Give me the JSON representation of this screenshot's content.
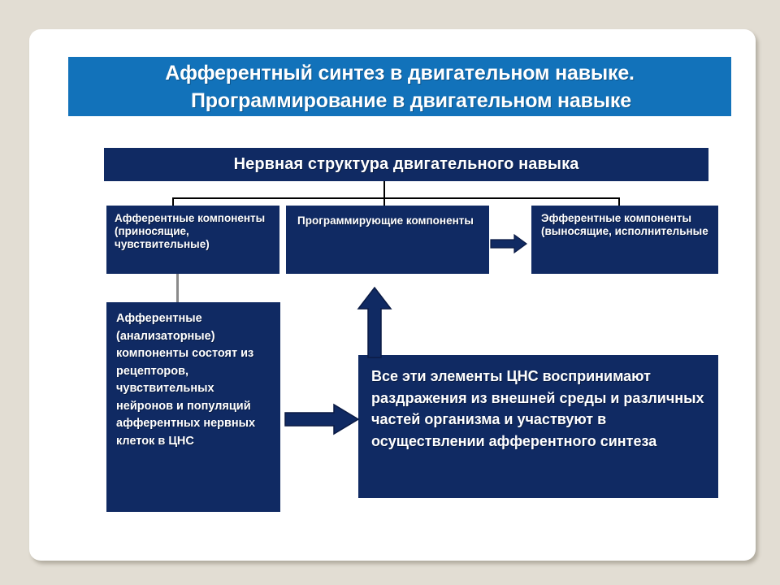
{
  "slide": {
    "background_color": "#e2ddd3",
    "card_color": "#ffffff"
  },
  "header": {
    "accent_color": "#1272ba",
    "line1": "Афферентный синтез в двигательном навыке.",
    "line2": "Программирование в двигательном навыке"
  },
  "diagram": {
    "box_color": "#102a63",
    "connector_color": "#000000",
    "gray_connector_color": "#8a8a8a",
    "title_box": {
      "label": "Нервная структура двигательного навыка"
    },
    "components": [
      {
        "id": "afferent",
        "label": "Афферентные компоненты (приносящие, чувствительные)"
      },
      {
        "id": "programming",
        "label": "Программирующие компоненты"
      },
      {
        "id": "efferent",
        "label": "Эфферентные компоненты (выносящие, исполнительные"
      }
    ],
    "afferent_detail": {
      "label": "Афферентные (анализаторные) компоненты состоят из рецепторов, чувствительных нейронов и популяций афферентных нервных клеток в ЦНС"
    },
    "summary": {
      "label": "Все эти элементы ЦНС воспринимают раздражения из внешней среды и различных частей организма и участвуют в осуществлении афферентного синтеза"
    },
    "arrows": [
      {
        "id": "arrow-up",
        "direction": "up",
        "color": "#102a63"
      },
      {
        "id": "arrow-right",
        "direction": "right",
        "color": "#102a63"
      },
      {
        "id": "arrow-mid",
        "direction": "right",
        "color": "#102a63"
      }
    ]
  }
}
